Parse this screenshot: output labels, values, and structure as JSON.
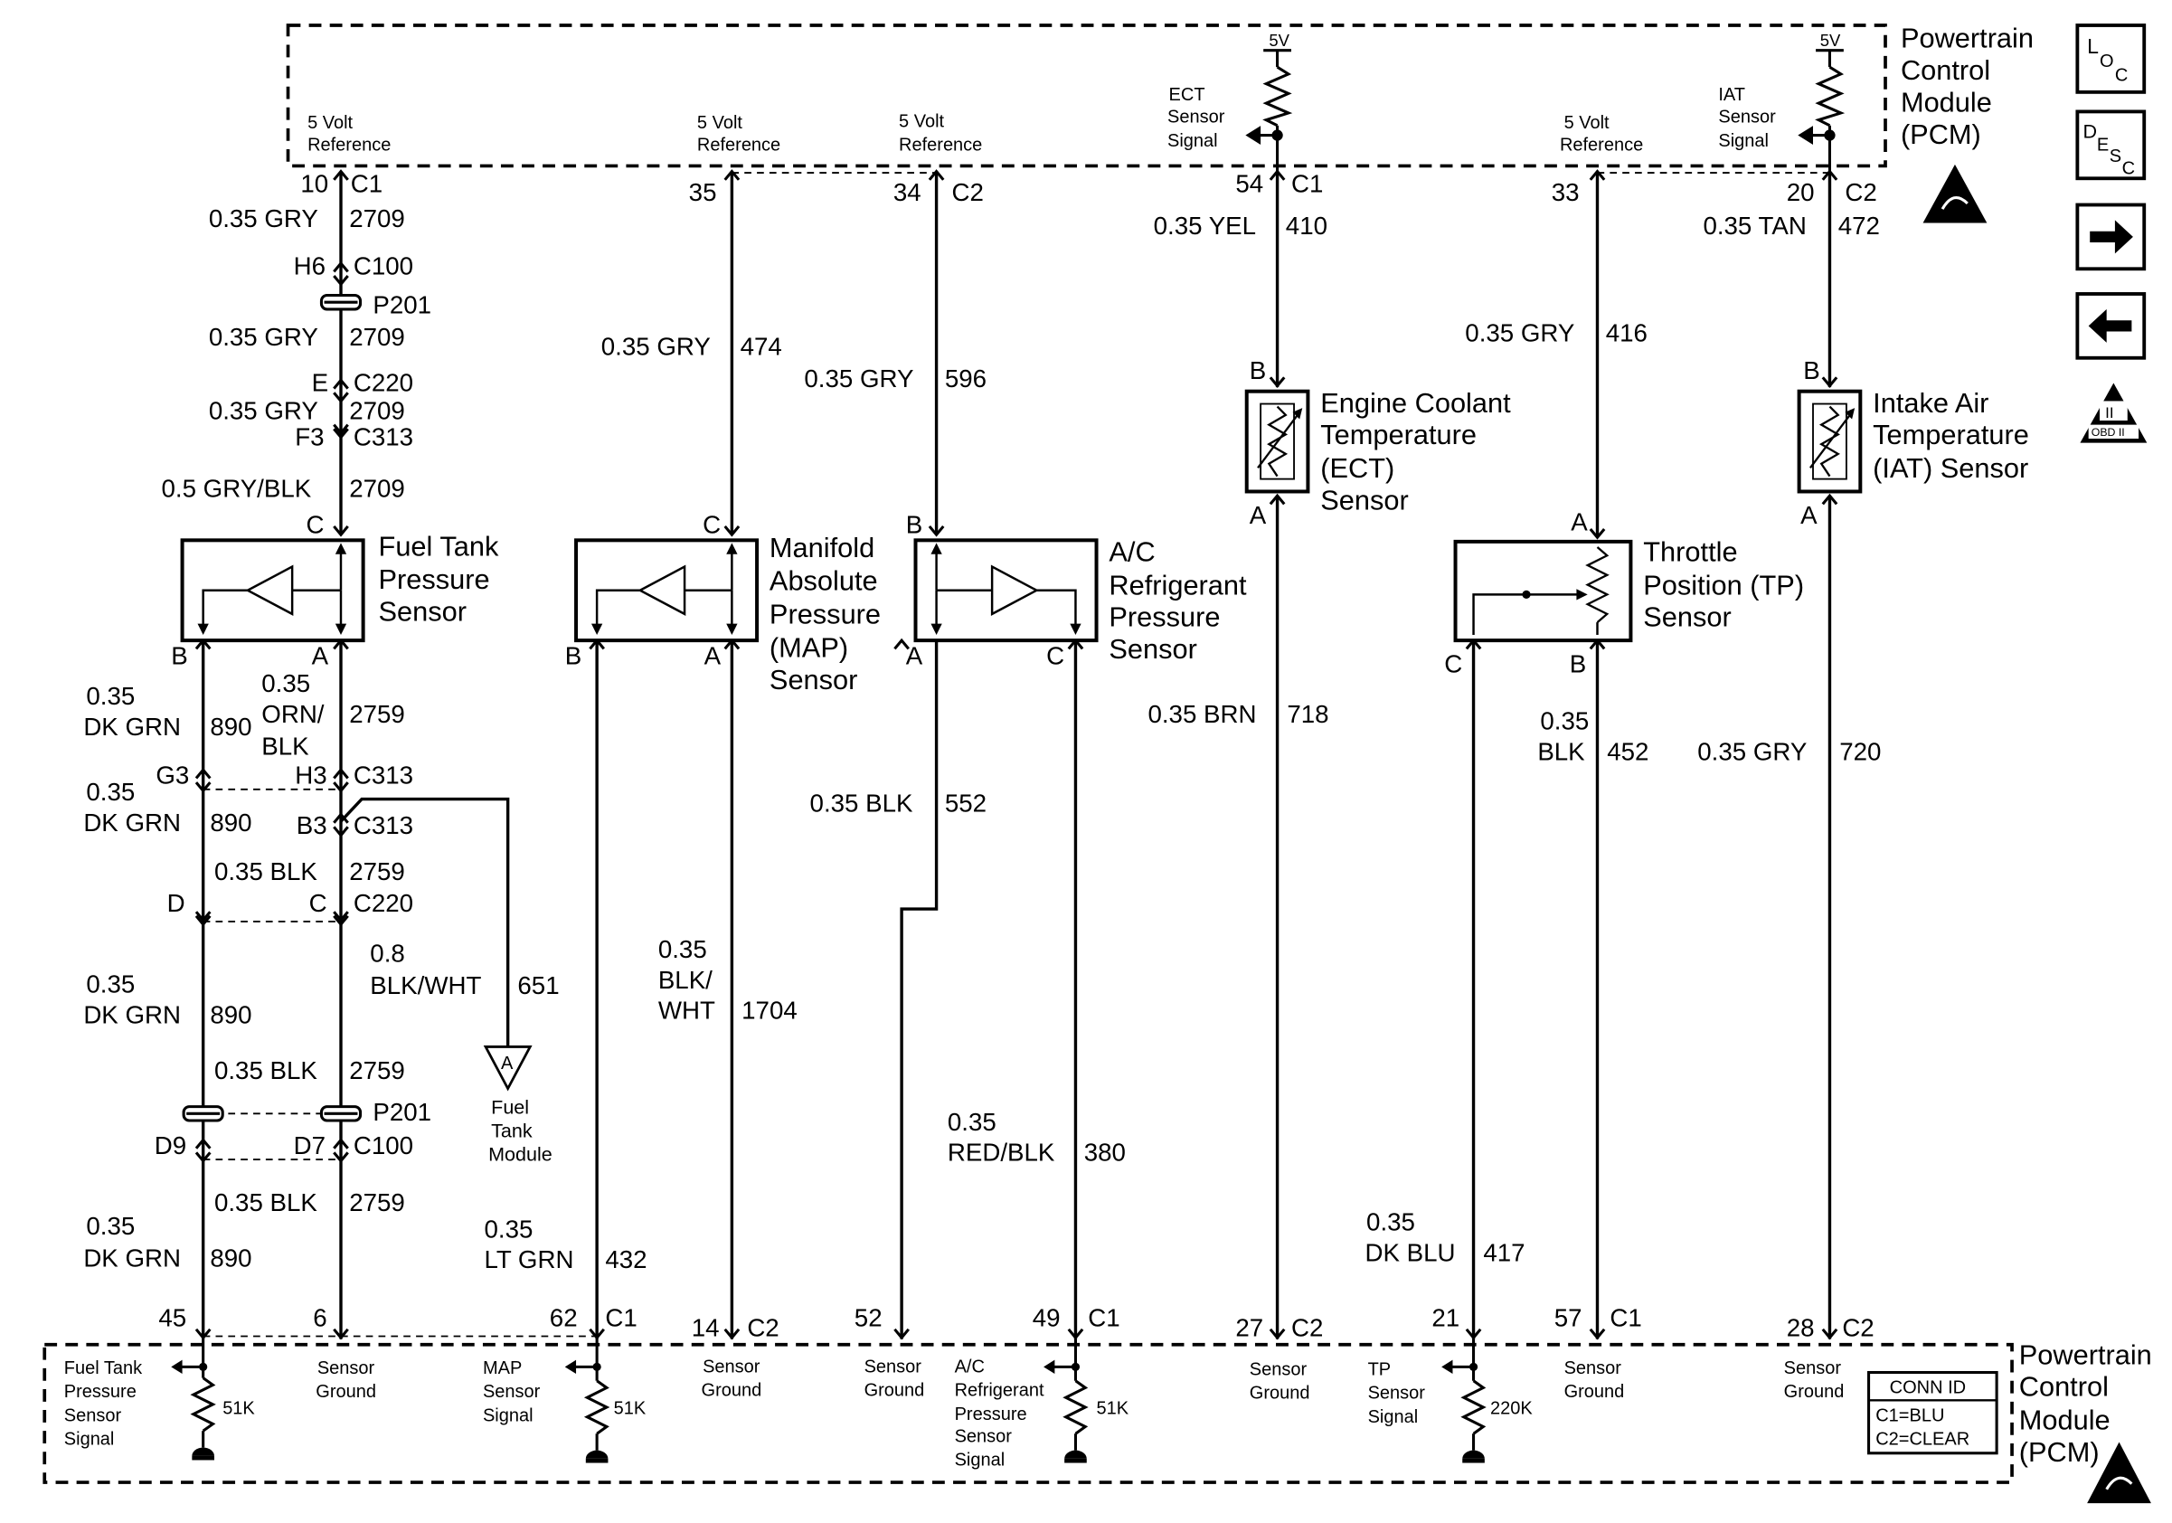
{
  "pcm_top": {
    "title_lines": [
      "Powertrain",
      "Control",
      "Module",
      "(PCM)"
    ]
  },
  "pcm_bottom": {
    "title_lines": [
      "Powertrain",
      "Control",
      "Module",
      "(PCM)"
    ]
  },
  "top_internal": {
    "ref1": [
      "5 Volt",
      "Reference"
    ],
    "ref2": [
      "5 Volt",
      "Reference"
    ],
    "ref3": [
      "5 Volt",
      "Reference"
    ],
    "ref4": [
      "5 Volt",
      "Reference"
    ],
    "ect": [
      "ECT",
      "Sensor",
      "Signal"
    ],
    "iat": [
      "IAT",
      "Sensor",
      "Signal"
    ],
    "v5a": "5V",
    "v5b": "5V"
  },
  "top_pins": {
    "p1": "10",
    "p1c": "C1",
    "p2": "35",
    "p3": "34",
    "p3c": "C2",
    "p4": "54",
    "p4c": "C1",
    "p5": "33",
    "p6": "20",
    "p6c": "C2"
  },
  "wires": {
    "w2709a": [
      "0.35 GRY",
      "2709"
    ],
    "h6": "H6",
    "c100a": "C100",
    "p201a": "P201",
    "w2709b": [
      "0.35 GRY",
      "2709"
    ],
    "e": "E",
    "c220a": "C220",
    "w2709c": [
      "0.35 GRY",
      "2709"
    ],
    "f3": "F3",
    "c313a": "C313",
    "w2709d": [
      "0.5 GRY/BLK",
      "2709"
    ],
    "w474": [
      "0.35 GRY",
      "474"
    ],
    "w596": [
      "0.35 GRY",
      "596"
    ],
    "w410": [
      "0.35 YEL",
      "410"
    ],
    "w416": [
      "0.35 GRY",
      "416"
    ],
    "w472": [
      "0.35 TAN",
      "472"
    ],
    "w890a": [
      "0.35",
      "DK GRN",
      "890"
    ],
    "w2759a": [
      "0.35",
      "ORN/",
      "BLK",
      "2759"
    ],
    "g3": "G3",
    "h3": "H3",
    "c313b": "C313",
    "w890b": [
      "0.35",
      "DK GRN",
      "890"
    ],
    "b3": "B3",
    "c313c": "C313",
    "w2759b": [
      "0.35 BLK",
      "2759"
    ],
    "d": "D",
    "c": "C",
    "c220b": "C220",
    "w651": [
      "0.8",
      "BLK/WHT",
      "651"
    ],
    "w890c": [
      "0.35",
      "DK GRN",
      "890"
    ],
    "w2759c": [
      "0.35 BLK",
      "2759"
    ],
    "p201b": "P201",
    "d9": "D9",
    "d7": "D7",
    "c100b": "C100",
    "w2759d": [
      "0.35 BLK",
      "2759"
    ],
    "w890d": [
      "0.35",
      "DK GRN",
      "890"
    ],
    "w432": [
      "0.35",
      "LT GRN",
      "432"
    ],
    "w1704": [
      "0.35",
      "BLK/",
      "WHT",
      "1704"
    ],
    "w552": [
      "0.35 BLK",
      "552"
    ],
    "w380": [
      "0.35",
      "RED/BLK",
      "380"
    ],
    "w718": [
      "0.35 BRN",
      "718"
    ],
    "w417": [
      "0.35",
      "DK BLU",
      "417"
    ],
    "w452": [
      "0.35",
      "BLK",
      "452"
    ],
    "w720": [
      "0.35 GRY",
      "720"
    ]
  },
  "sensors": {
    "fuel_tank": {
      "lines": [
        "Fuel Tank",
        "Pressure",
        "Sensor"
      ],
      "pins": {
        "top": "C",
        "left": "B",
        "right": "A"
      }
    },
    "map": {
      "lines": [
        "Manifold",
        "Absolute",
        "Pressure",
        "(MAP)",
        "Sensor"
      ],
      "pins": {
        "top": "C",
        "left": "B",
        "right": "A"
      }
    },
    "ac": {
      "lines": [
        "A/C",
        "Refrigerant",
        "Pressure",
        "Sensor"
      ],
      "pins": {
        "top": "B",
        "left": "A",
        "right": "C"
      }
    },
    "ect": {
      "lines": [
        "Engine Coolant",
        "Temperature",
        "(ECT)",
        "Sensor"
      ],
      "pins": {
        "top": "B",
        "bottom": "A"
      }
    },
    "tp": {
      "lines": [
        "Throttle",
        "Position (TP)",
        "Sensor"
      ],
      "pins": {
        "top": "A",
        "left": "C",
        "right": "B"
      }
    },
    "iat": {
      "lines": [
        "Intake Air",
        "Temperature",
        "(IAT) Sensor"
      ],
      "pins": {
        "top": "B",
        "bottom": "A"
      }
    }
  },
  "fuel_tank_module": {
    "tri": "A",
    "lines": [
      "Fuel",
      "Tank",
      "Module"
    ]
  },
  "bottom_pins": {
    "b1": "45",
    "b2": "6",
    "b3": "62",
    "b3c": "C1",
    "b4": "14",
    "b4c": "C2",
    "b5": "52",
    "b6": "49",
    "b6c": "C1",
    "b7": "27",
    "b7c": "C2",
    "b8": "21",
    "b9": "57",
    "b9c": "C1",
    "b10": "28",
    "b10c": "C2"
  },
  "bottom_internal": {
    "ft_sig": [
      "Fuel Tank",
      "Pressure",
      "Sensor",
      "Signal"
    ],
    "gnd1": [
      "Sensor",
      "Ground"
    ],
    "map_sig": [
      "MAP",
      "Sensor",
      "Signal"
    ],
    "gnd2": [
      "Sensor",
      "Ground"
    ],
    "gnd3": [
      "Sensor",
      "Ground"
    ],
    "ac_sig": [
      "A/C",
      "Refrigerant",
      "Pressure",
      "Sensor",
      "Signal"
    ],
    "gnd4": [
      "Sensor",
      "Ground"
    ],
    "tp_sig": [
      "TP",
      "Sensor",
      "Signal"
    ],
    "gnd5": [
      "Sensor",
      "Ground"
    ],
    "gnd6": [
      "Sensor",
      "Ground"
    ],
    "r1": "51K",
    "r2": "51K",
    "r3": "51K",
    "r4": "220K"
  },
  "conn_id": {
    "title": "CONN ID",
    "l1": "C1=BLU",
    "l2": "C2=CLEAR"
  },
  "side_icons": {
    "loc": [
      "L",
      "O",
      "C"
    ],
    "desc": [
      "D",
      "E",
      "S",
      "C"
    ],
    "obd": [
      "II",
      "OBD II"
    ]
  }
}
